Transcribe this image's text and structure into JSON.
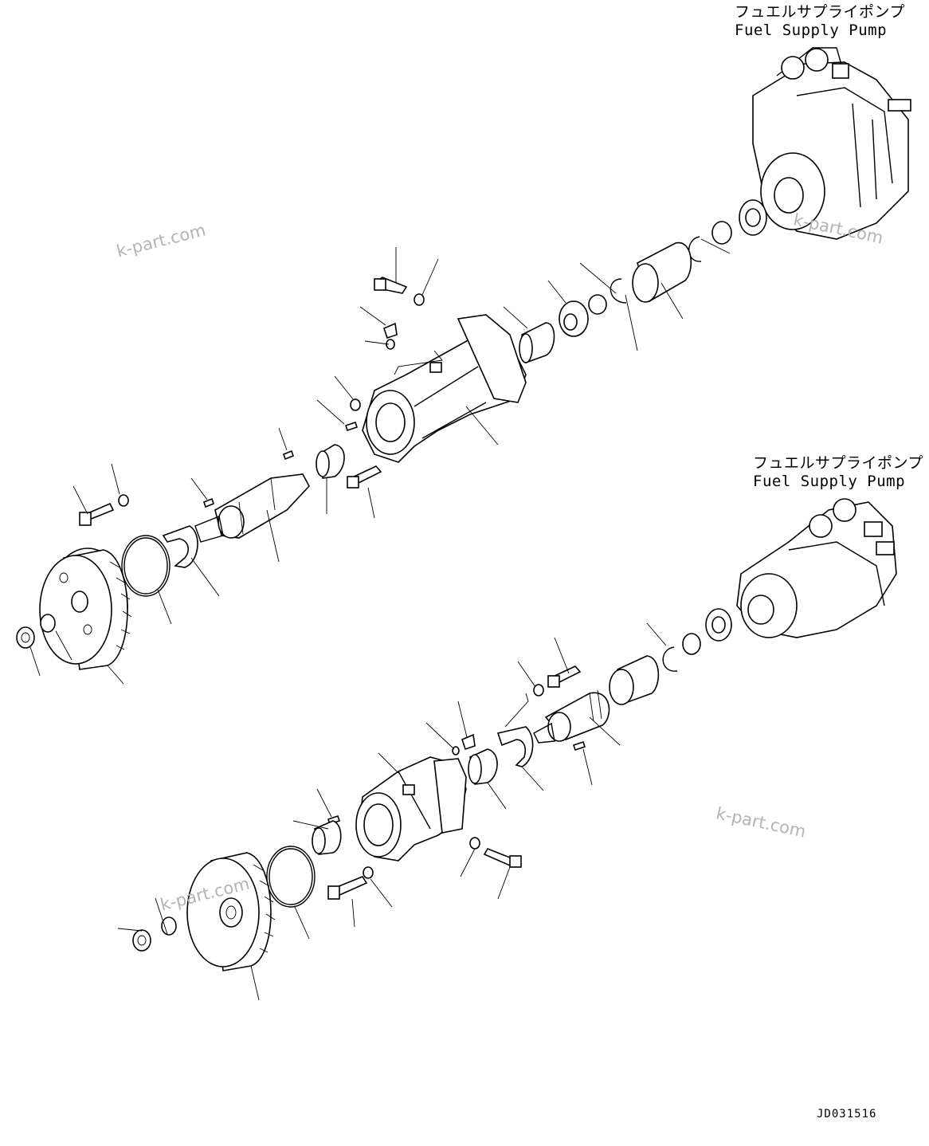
{
  "labels": {
    "top_pump_jp": "フュエルサプライポンプ",
    "top_pump_en": "Fuel Supply Pump",
    "bottom_pump_jp": "フュエルサプライポンプ",
    "bottom_pump_en": "Fuel Supply Pump"
  },
  "watermarks": [
    "k-part.com",
    "k-part.com",
    "k-part.com",
    "k-part.com"
  ],
  "drawing_code": "JD031516"
}
